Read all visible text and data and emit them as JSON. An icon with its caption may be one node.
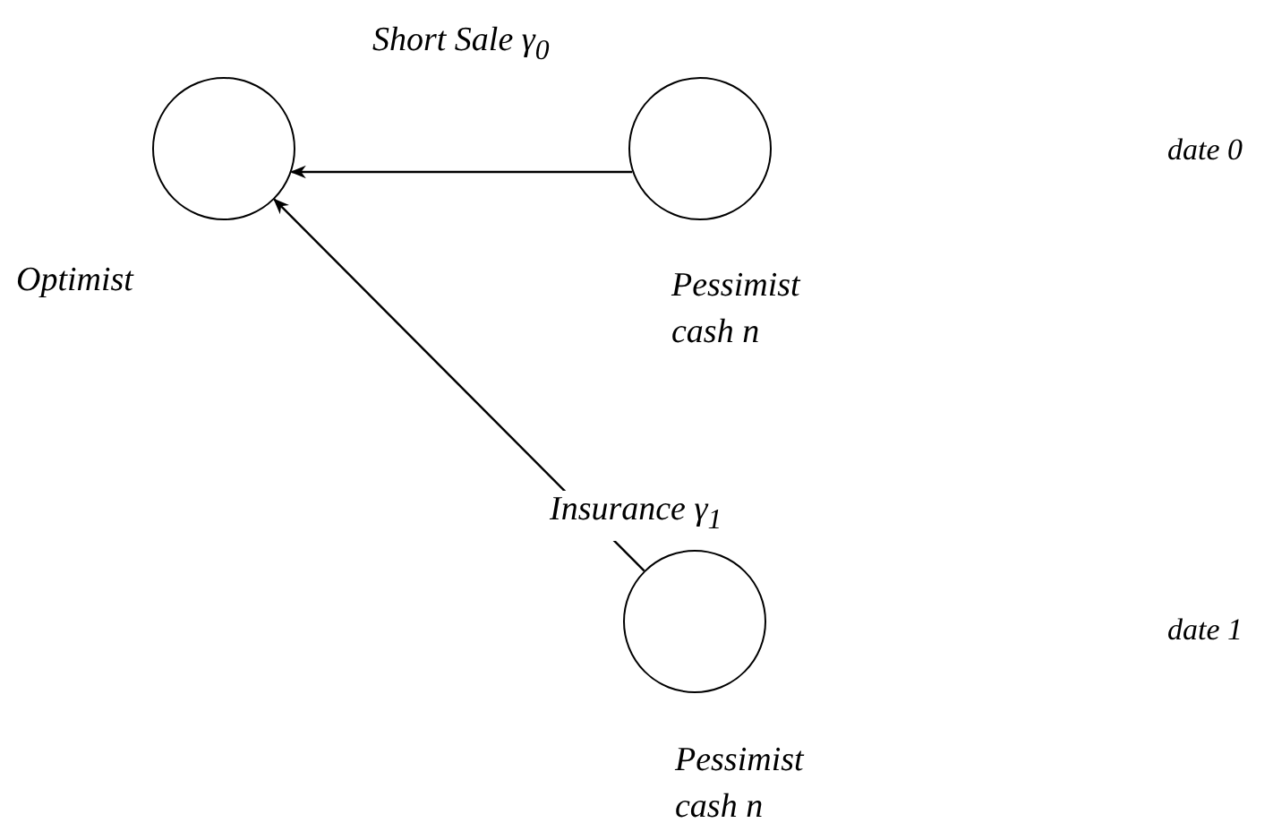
{
  "diagram": {
    "nodes": [
      {
        "text": [
          "Optimist"
        ]
      },
      {
        "text": [
          "Pessimist cash n"
        ]
      },
      {
        "text": [
          "Pessimist cash n"
        ]
      }
    ],
    "edges": [
      {
        "from": 1,
        "to": 0,
        "arrow": "to",
        "label": "Short Sale γ$_{0}$"
      },
      {
        "from": 2,
        "to": 0,
        "arrow": "to",
        "label": "Insurance γ$_{1}$"
      }
    ],
    "labels": [
      "date 0",
      "date 1"
    ]
  }
}
